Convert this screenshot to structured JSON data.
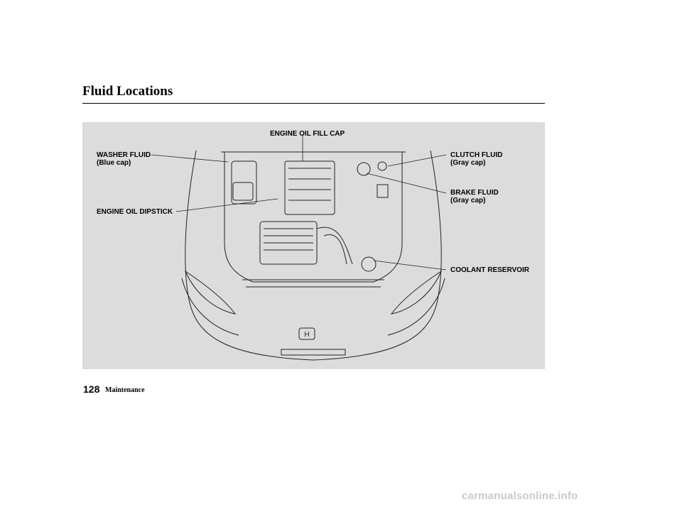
{
  "page": {
    "title": "Fluid Locations",
    "page_number": "128",
    "section": "Maintenance"
  },
  "figure": {
    "description_icon": "engine-bay-illustration",
    "callouts": {
      "engine_oil_fill_cap": "ENGINE OIL FILL CAP",
      "washer_fluid": "WASHER FLUID",
      "washer_fluid_note": "(Blue cap)",
      "clutch_fluid": "CLUTCH FLUID",
      "clutch_fluid_note": "(Gray cap)",
      "brake_fluid": "BRAKE FLUID",
      "brake_fluid_note": "(Gray cap)",
      "engine_oil_dipstick": "ENGINE OIL DIPSTICK",
      "coolant_reservoir": "COOLANT RESERVOIR"
    },
    "colors": {
      "panel": "#dcdcdc",
      "linework": "#222222"
    }
  },
  "watermark": "carmanualsonline.info"
}
